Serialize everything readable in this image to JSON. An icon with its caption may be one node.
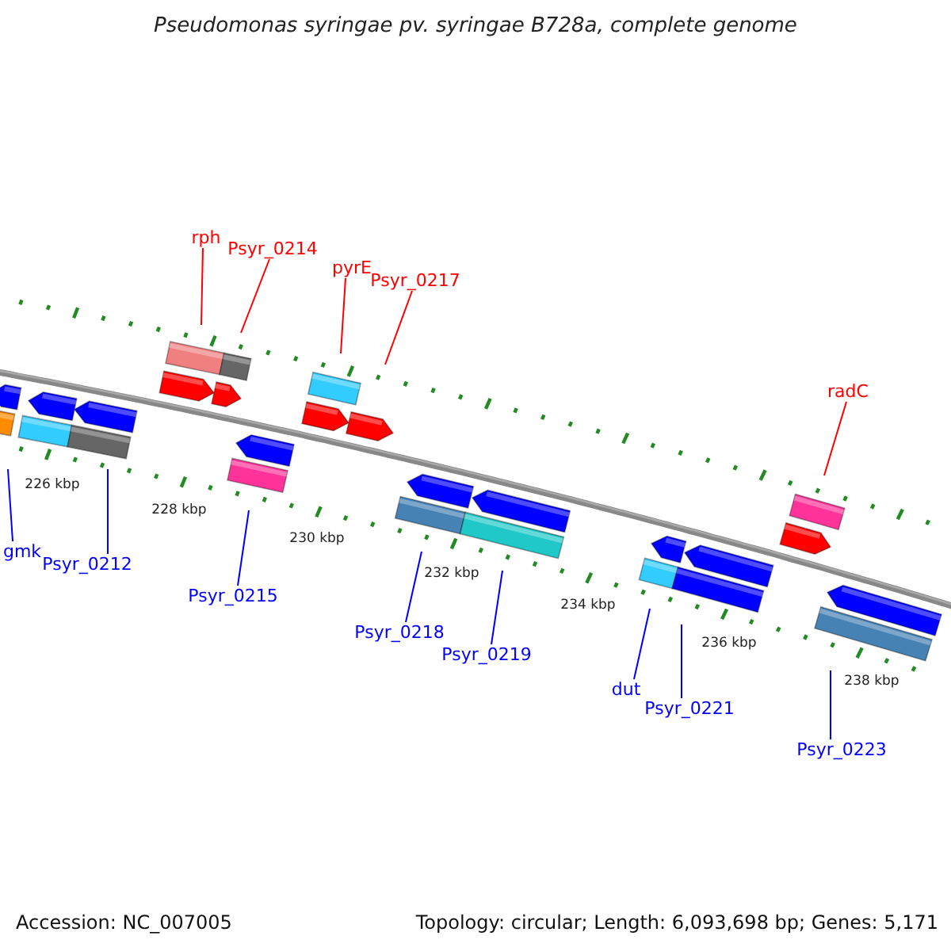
{
  "diagram": {
    "title": "Pseudomonas syringae pv. syringae B728a, complete genome",
    "nodes": [
      {
        "text": [
          "rph"
        ]
      },
      {
        "text": [
          "Psyr_0214"
        ]
      },
      {
        "text": [
          "pyrE"
        ]
      },
      {
        "text": [
          "Psyr_0217"
        ]
      },
      {
        "text": [
          "radC"
        ]
      },
      {
        "text": [
          "gmk"
        ]
      },
      {
        "text": [
          "Psyr_0212"
        ]
      },
      {
        "text": [
          "Psyr_0215"
        ]
      },
      {
        "text": [
          "Psyr_0218"
        ]
      },
      {
        "text": [
          "Psyr_0219"
        ]
      },
      {
        "text": [
          "dut"
        ]
      },
      {
        "text": [
          "Psyr_0221"
        ]
      },
      {
        "text": [
          "Psyr_0223"
        ]
      }
    ],
    "edges": [
      {
        "from": 0,
        "to": null,
        "arrow": "none",
        "color": "#ff0000"
      },
      {
        "from": 1,
        "to": null,
        "arrow": "none",
        "color": "#ff0000"
      },
      {
        "from": 2,
        "to": null,
        "arrow": "none",
        "color": "#ff0000"
      },
      {
        "from": 3,
        "to": null,
        "arrow": "none",
        "color": "#ff0000"
      },
      {
        "from": 4,
        "to": null,
        "arrow": "none",
        "color": "#ff0000"
      },
      {
        "from": 5,
        "to": null,
        "arrow": "none"
      },
      {
        "from": 6,
        "to": null,
        "arrow": "none"
      },
      {
        "from": 7,
        "to": null,
        "arrow": "none"
      },
      {
        "from": 8,
        "to": null,
        "arrow": "none"
      },
      {
        "from": 9,
        "to": null,
        "arrow": "none"
      },
      {
        "from": 10,
        "to": null,
        "arrow": "none"
      },
      {
        "from": 11,
        "to": null,
        "arrow": "none"
      },
      {
        "from": 12,
        "to": null,
        "arrow": "none"
      }
    ],
    "labels": [
      "226 kbp",
      "228 kbp",
      "230 kbp",
      "232 kbp",
      "234 kbp",
      "236 kbp",
      "238 kbp",
      "Accession: NC_007005",
      "Topology: circular; Length: 6,093,698 bp; Genes: 5,171"
    ]
  }
}
